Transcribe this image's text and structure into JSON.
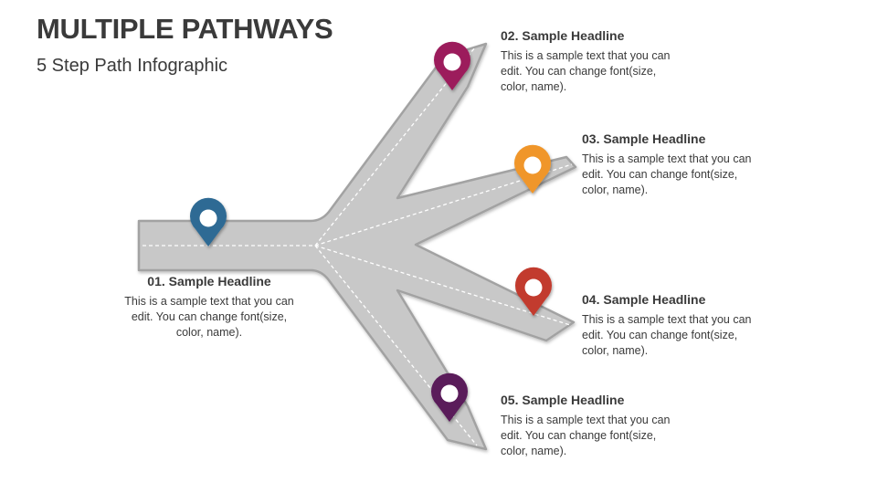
{
  "title": "MULTIPLE PATHWAYS",
  "subtitle": "5 Step Path Infographic",
  "colors": {
    "road": "#c8c8c8",
    "road_edge": "#9a9a9a",
    "dash": "#ffffff"
  },
  "steps": [
    {
      "number": "01",
      "headline": "01. Sample Headline",
      "text": "This is a sample text that you can edit. You can change font(size, color, name).",
      "color": "#2e6b94",
      "icon": "map-pin-icon"
    },
    {
      "number": "02",
      "headline": "02. Sample Headline",
      "text": "This is a sample text that you can edit. You can change font(size, color, name).",
      "color": "#9c1f5c",
      "icon": "map-pin-icon"
    },
    {
      "number": "03",
      "headline": "03. Sample Headline",
      "text": "This is a sample text that you can edit. You can change font(size, color, name).",
      "color": "#f0962a",
      "icon": "map-pin-icon"
    },
    {
      "number": "04",
      "headline": "04. Sample Headline",
      "text": "This is a sample text that you can edit. You can change font(size, color, name).",
      "color": "#c23a2f",
      "icon": "map-pin-icon"
    },
    {
      "number": "05",
      "headline": "05. Sample Headline",
      "text": "This is a sample text that you can edit. You can change font(size, color, name).",
      "color": "#5a1a5a",
      "icon": "map-pin-icon"
    }
  ]
}
